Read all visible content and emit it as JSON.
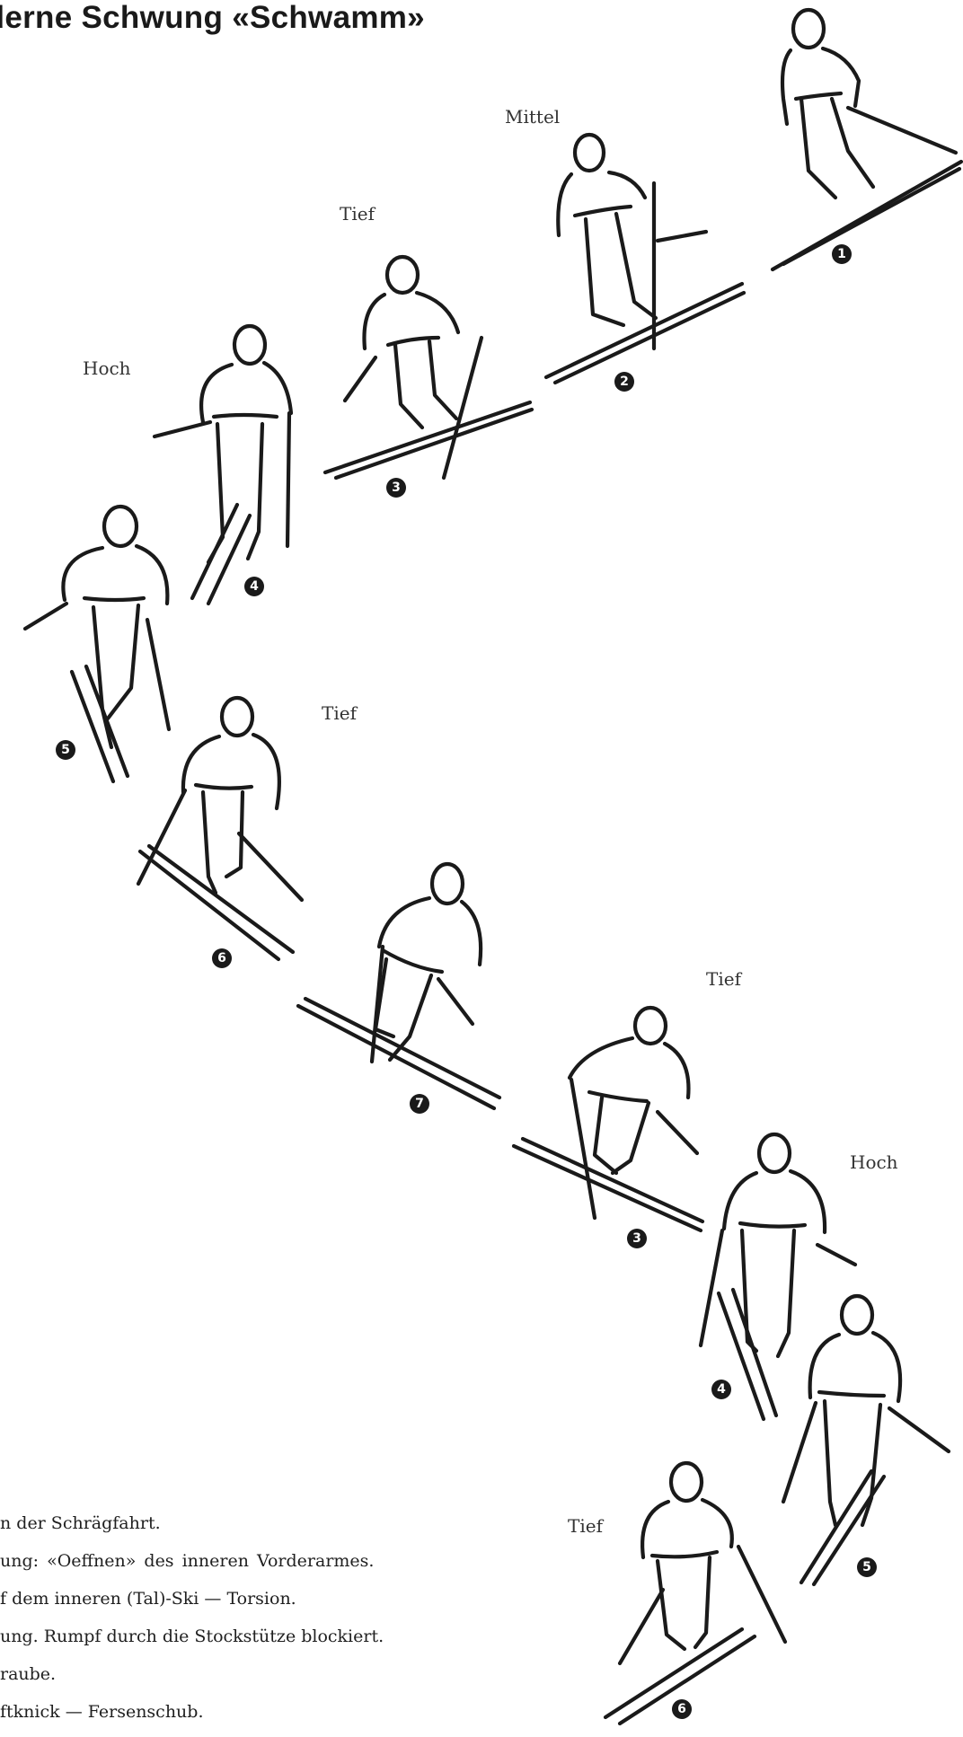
{
  "title": "oderne Schwung «Schwamm»",
  "phases": {
    "mittel": "Mittel",
    "tief_1": "Tief",
    "hoch_1": "Hoch",
    "tief_2": "Tief",
    "tief_3": "Tief",
    "hoch_2": "Hoch",
    "tief_4": "Tief"
  },
  "numbers": [
    "1",
    "2",
    "3",
    "4",
    "5",
    "6",
    "7",
    "3",
    "4",
    "5",
    "6"
  ],
  "caption_lines": [
    "n der Schrägfahrt.",
    "ung: «Oeffnen» des inneren Vorderarmes.",
    "f dem inneren (Tal)-Ski — Torsion.",
    "ung. Rumpf durch die Stockstütze blockiert.",
    "raube.",
    "ftknick — Fersenschub."
  ]
}
